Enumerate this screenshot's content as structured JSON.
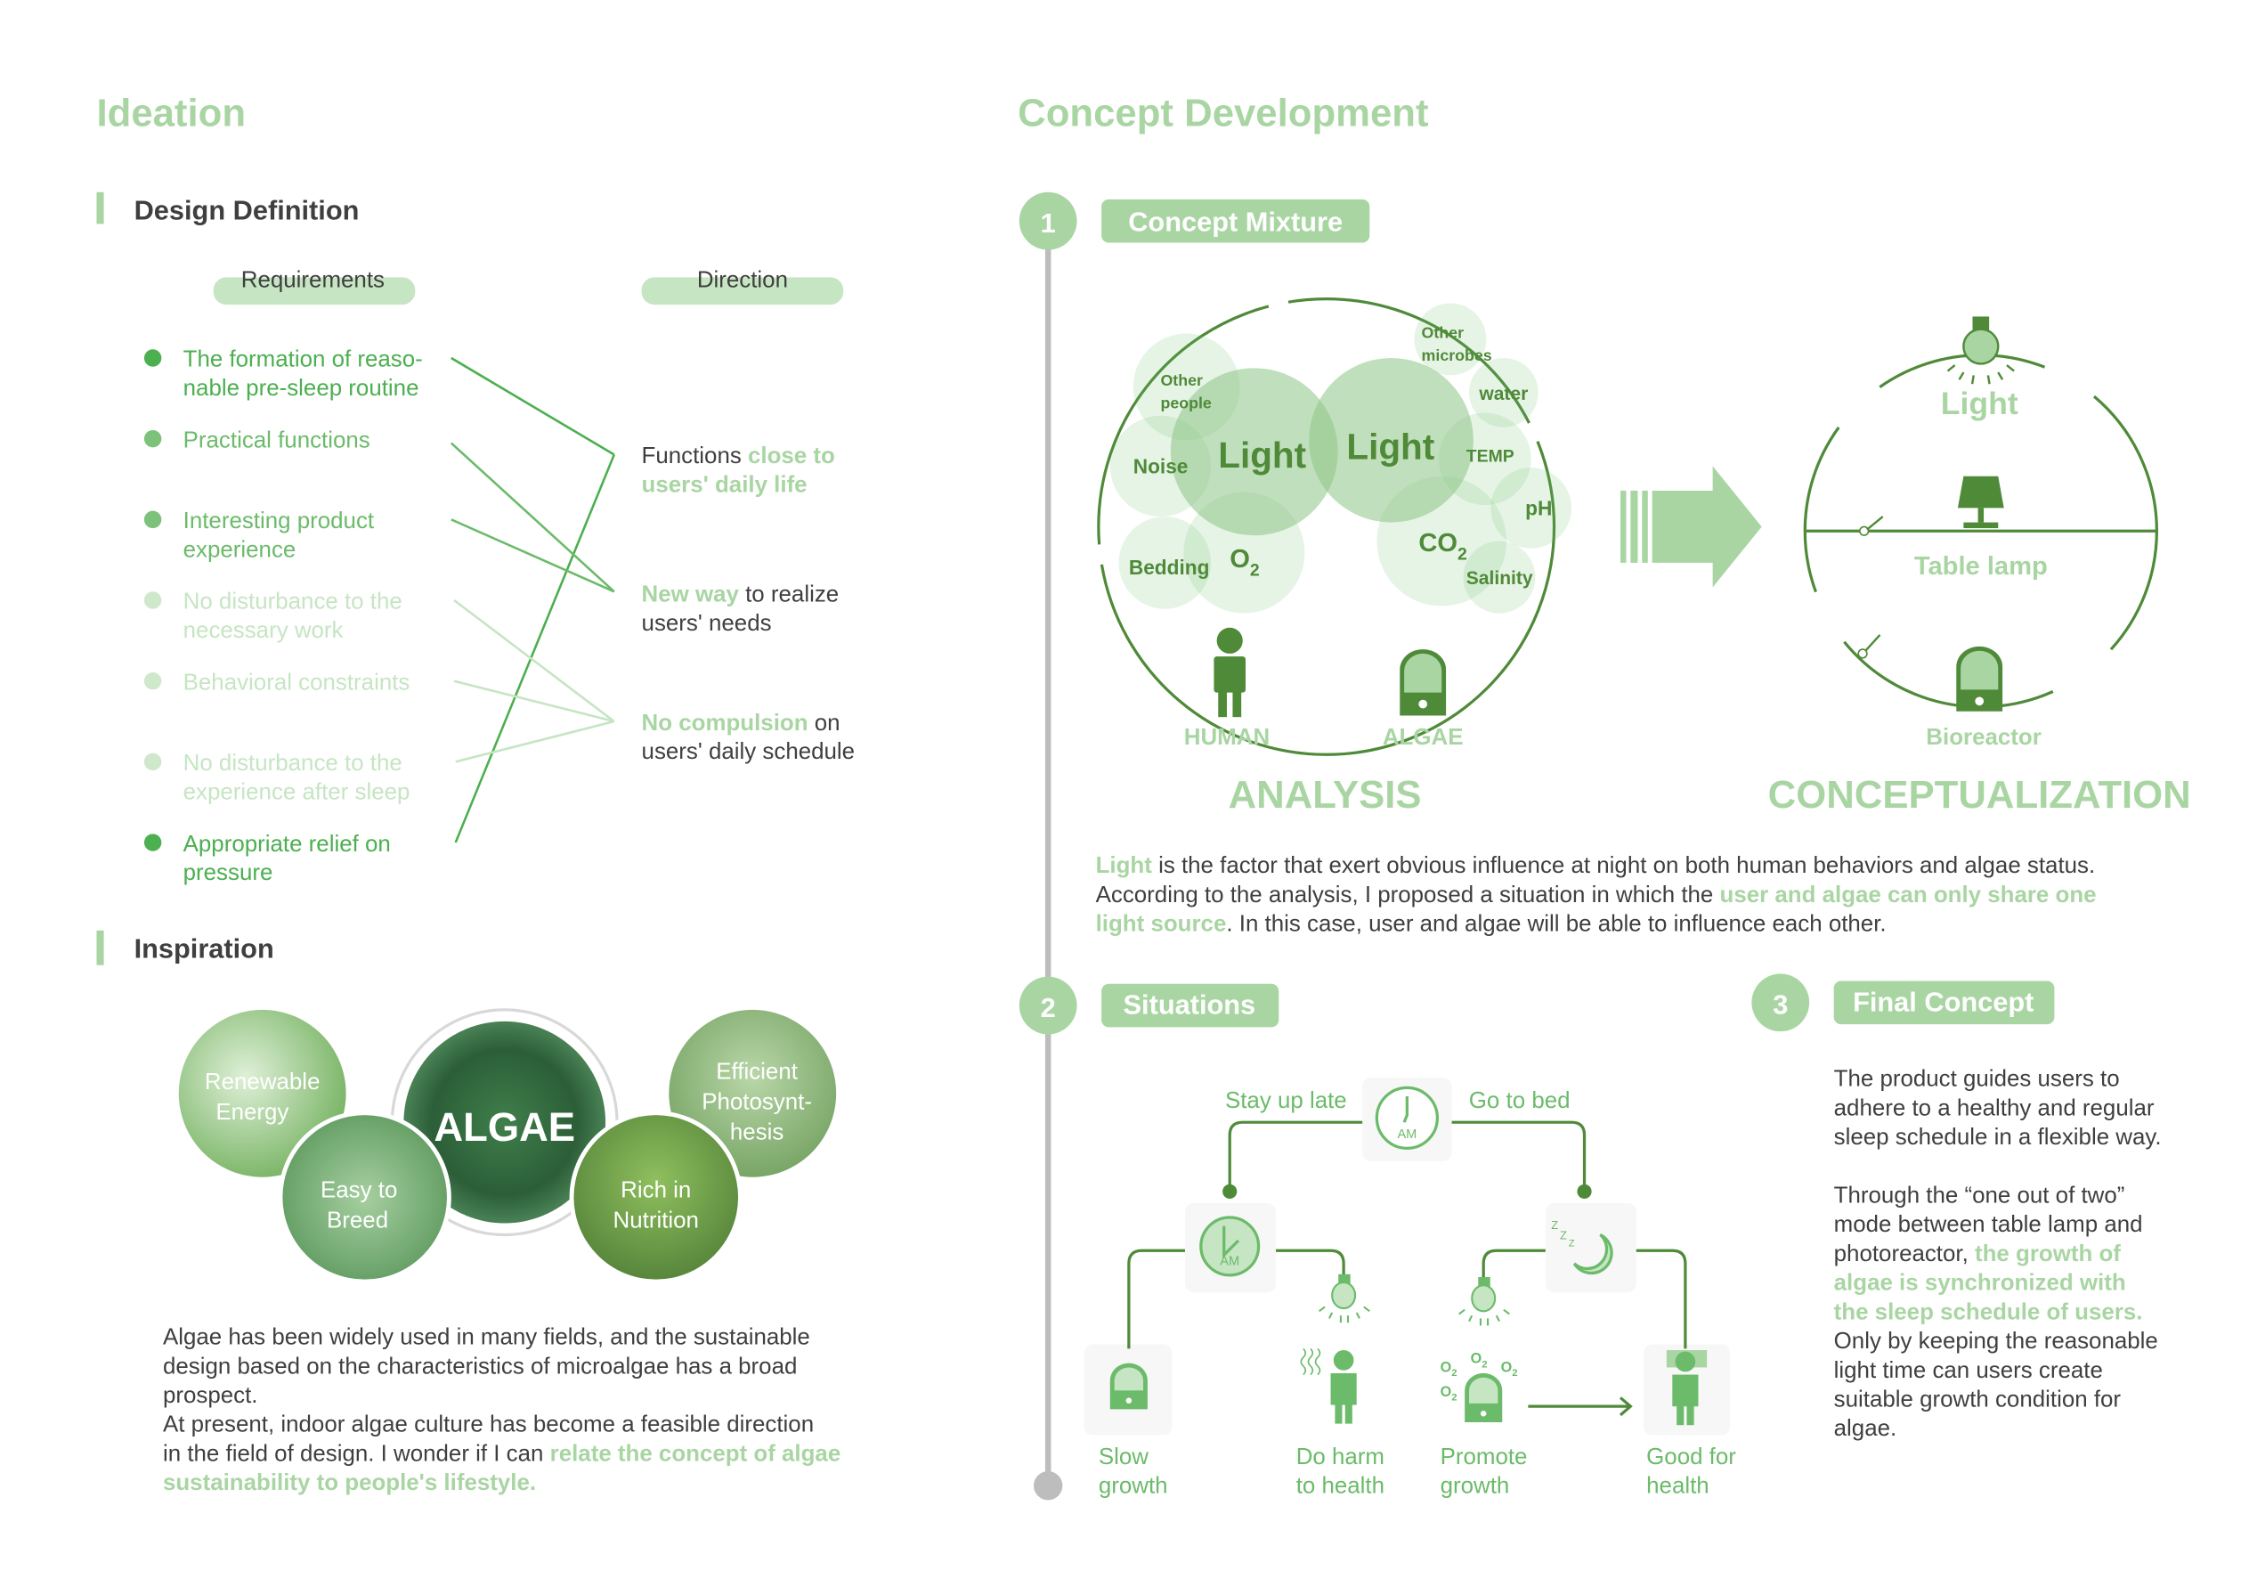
{
  "colors": {
    "accent_light": "#a9d5a3",
    "pill": "#c6e5c3",
    "diagram_dark": "#4f8a39",
    "bullet_strong": "#4caf50",
    "bullet_faint": "#cfe8cc",
    "timeline": "#bdbdbd"
  },
  "ideation": {
    "title": "Ideation",
    "design_definition": {
      "heading": "Design Definition",
      "requirements_label": "Requirements",
      "direction_label": "Direction",
      "requirements": [
        {
          "lines": [
            "The formation of reaso-",
            "nable pre-sleep routine"
          ],
          "emphasis": "strong"
        },
        {
          "lines": [
            "Practical functions"
          ],
          "emphasis": "medium"
        },
        {
          "lines": [
            "Interesting product",
            "experience"
          ],
          "emphasis": "medium"
        },
        {
          "lines": [
            "No disturbance to the",
            "necessary work"
          ],
          "emphasis": "faint"
        },
        {
          "lines": [
            "Behavioral constraints"
          ],
          "emphasis": "faint"
        },
        {
          "lines": [
            "No disturbance to the",
            "experience after sleep"
          ],
          "emphasis": "faint"
        },
        {
          "lines": [
            "Appropriate relief on",
            "pressure"
          ],
          "emphasis": "strong"
        }
      ],
      "directions": [
        {
          "lines": [
            [
              {
                "t": "Functions ",
                "hl": false
              },
              {
                "t": "close to",
                "hl": true
              }
            ],
            [
              {
                "t": "users' daily life",
                "hl": true
              }
            ]
          ]
        },
        {
          "lines": [
            [
              {
                "t": "New way",
                "hl": true
              },
              {
                "t": " to realize",
                "hl": false
              }
            ],
            [
              {
                "t": "users' needs",
                "hl": false
              }
            ]
          ]
        },
        {
          "lines": [
            [
              {
                "t": "No compulsion",
                "hl": true
              },
              {
                "t": " on",
                "hl": false
              }
            ],
            [
              {
                "t": "users' daily schedule",
                "hl": false
              }
            ]
          ]
        }
      ]
    },
    "inspiration": {
      "heading": "Inspiration",
      "images": [
        {
          "lines": [
            "Renewable",
            "Energy"
          ]
        },
        {
          "lines": [
            "ALGAE"
          ]
        },
        {
          "lines": [
            "Efficient",
            "Photosynt-",
            "hesis"
          ]
        },
        {
          "lines": [
            "Easy to",
            "Breed"
          ]
        },
        {
          "lines": [
            "Rich in",
            "Nutrition"
          ]
        }
      ],
      "paragraph": [
        [
          {
            "t": "Algae has been widely used in many fields, and the sustainable",
            "hl": false
          }
        ],
        [
          {
            "t": "design based on the characteristics of microalgae has a broad",
            "hl": false
          }
        ],
        [
          {
            "t": "prospect.",
            "hl": false
          }
        ],
        [
          {
            "t": "At present, indoor algae culture has become a feasible direction",
            "hl": false
          }
        ],
        [
          {
            "t": "in the field of design. I wonder if I can ",
            "hl": false
          },
          {
            "t": "relate the concept of algae",
            "hl": true
          }
        ],
        [
          {
            "t": "sustainability to people's lifestyle.",
            "hl": true
          }
        ]
      ]
    }
  },
  "concept": {
    "title": "Concept Development",
    "step1": {
      "number": "1",
      "label": "Concept Mixture",
      "analysis": {
        "factors": [
          "Other",
          "people",
          "Noise",
          "Light",
          "Bedding",
          "O",
          "2",
          "Light",
          "Other",
          "microbes",
          "water",
          "TEMP",
          "pH",
          "CO",
          "2",
          "Salinity"
        ],
        "human_label": "HUMAN",
        "algae_label": "ALGAE",
        "caption": "ANALYSIS"
      },
      "conceptualization": {
        "light_label": "Light",
        "lamp_label": "Table  lamp",
        "bioreactor_label": "Bioreactor",
        "caption": "CONCEPTUALIZATION"
      },
      "paragraph": [
        [
          {
            "t": "Light",
            "hl": true
          },
          {
            "t": " is the factor that exert obvious influence at night on both human behaviors and algae status.",
            "hl": false
          }
        ],
        [
          {
            "t": "According to the analysis, I proposed a situation in which the ",
            "hl": false
          },
          {
            "t": "user and algae can only share one",
            "hl": true
          }
        ],
        [
          {
            "t": "light source",
            "hl": true
          },
          {
            "t": ". In this case, user and algae will be able to influence each other.",
            "hl": false
          }
        ]
      ]
    },
    "step2": {
      "number": "2",
      "label": "Situations",
      "stay_up_late": "Stay up late",
      "go_to_bed": "Go to bed",
      "clock_am": "AM",
      "sleep_z": "Z",
      "o2": "O",
      "o2_sub": "2",
      "outcomes": [
        {
          "lines": [
            "Slow",
            "growth"
          ]
        },
        {
          "lines": [
            "Do harm",
            "to health"
          ]
        },
        {
          "lines": [
            "Promote",
            "growth"
          ]
        },
        {
          "lines": [
            "Good for",
            "health"
          ]
        }
      ]
    },
    "step3": {
      "number": "3",
      "label": "Final Concept",
      "paragraph": [
        [
          {
            "t": "The product guides users to",
            "hl": false
          }
        ],
        [
          {
            "t": "adhere to a healthy and regular",
            "hl": false
          }
        ],
        [
          {
            "t": "sleep schedule in a flexible way.",
            "hl": false
          }
        ],
        [],
        [
          {
            "t": "Through the “one out of two”",
            "hl": false
          }
        ],
        [
          {
            "t": "mode between table lamp and",
            "hl": false
          }
        ],
        [
          {
            "t": "photoreactor, ",
            "hl": false
          },
          {
            "t": "the growth of",
            "hl": true
          }
        ],
        [
          {
            "t": "algae is synchronized with",
            "hl": true
          }
        ],
        [
          {
            "t": "the sleep schedule of users.",
            "hl": true
          }
        ],
        [
          {
            "t": "Only by keeping the reasonable",
            "hl": false
          }
        ],
        [
          {
            "t": "light time can users create",
            "hl": false
          }
        ],
        [
          {
            "t": "suitable growth condition for",
            "hl": false
          }
        ],
        [
          {
            "t": "algae.",
            "hl": false
          }
        ]
      ]
    }
  }
}
